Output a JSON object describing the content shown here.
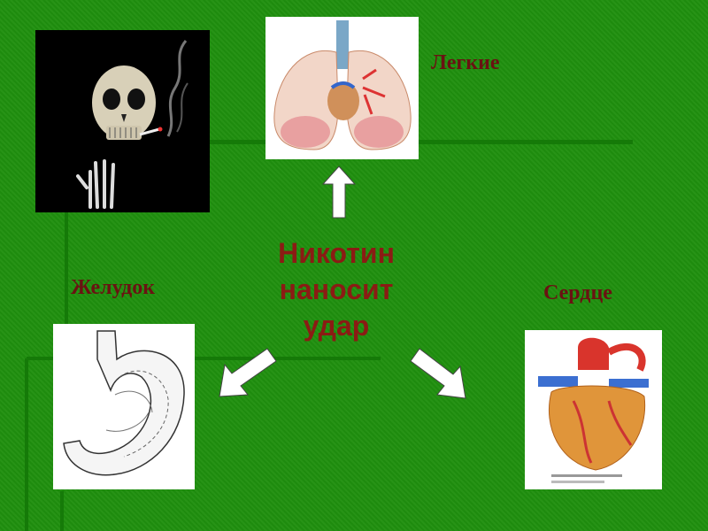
{
  "labels": {
    "lungs": "Легкие",
    "stomach": "Желудок",
    "heart": "Сердце"
  },
  "center_text": [
    "Никотин",
    "наносит",
    "удар"
  ],
  "images": {
    "skull": "skull-smoking-image",
    "lungs": "lungs-image",
    "stomach": "stomach-image",
    "heart": "heart-image"
  },
  "colors": {
    "background": "#1f8f0e",
    "label_text": "#6a1212",
    "center_text": "#8b1b14",
    "arrow": "#ffffff"
  }
}
